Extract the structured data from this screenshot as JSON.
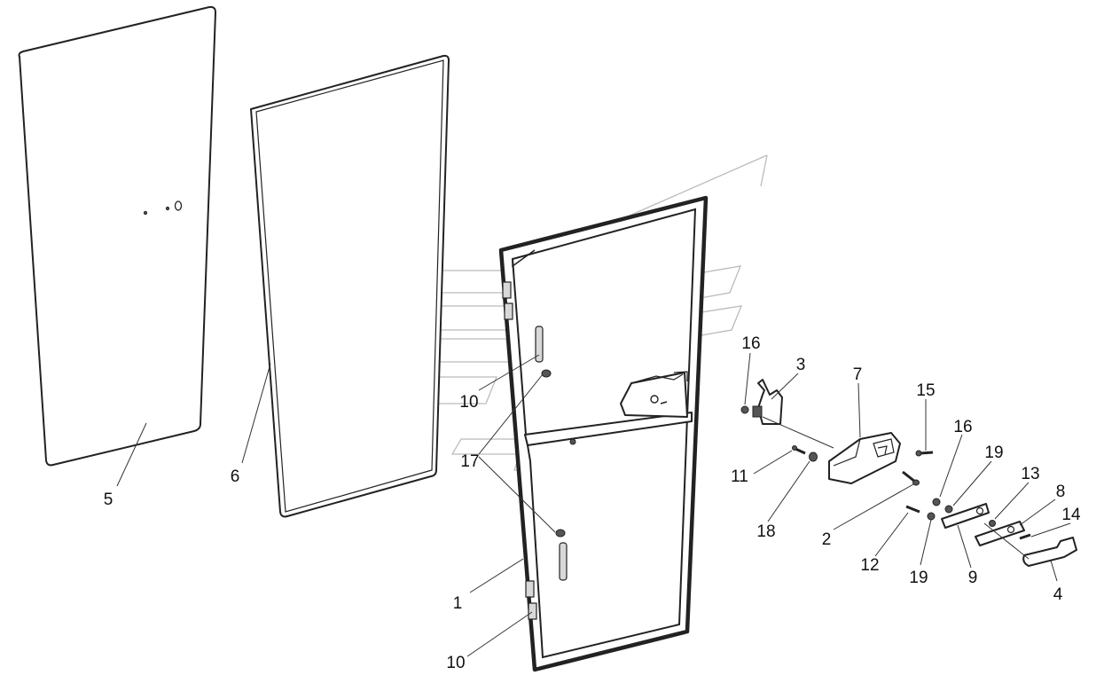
{
  "diagram": {
    "callouts": [
      {
        "id": "c-5",
        "label": "5"
      },
      {
        "id": "c-6",
        "label": "6"
      },
      {
        "id": "c-1",
        "label": "1"
      },
      {
        "id": "c-10a",
        "label": "10"
      },
      {
        "id": "c-10b",
        "label": "10"
      },
      {
        "id": "c-17",
        "label": "17"
      },
      {
        "id": "c-16a",
        "label": "16"
      },
      {
        "id": "c-3",
        "label": "3"
      },
      {
        "id": "c-7",
        "label": "7"
      },
      {
        "id": "c-15",
        "label": "15"
      },
      {
        "id": "c-16b",
        "label": "16"
      },
      {
        "id": "c-19a",
        "label": "19"
      },
      {
        "id": "c-13",
        "label": "13"
      },
      {
        "id": "c-8",
        "label": "8"
      },
      {
        "id": "c-14",
        "label": "14"
      },
      {
        "id": "c-11",
        "label": "11"
      },
      {
        "id": "c-18",
        "label": "18"
      },
      {
        "id": "c-2",
        "label": "2"
      },
      {
        "id": "c-12",
        "label": "12"
      },
      {
        "id": "c-19b",
        "label": "19"
      },
      {
        "id": "c-9",
        "label": "9"
      },
      {
        "id": "c-4",
        "label": "4"
      }
    ]
  }
}
